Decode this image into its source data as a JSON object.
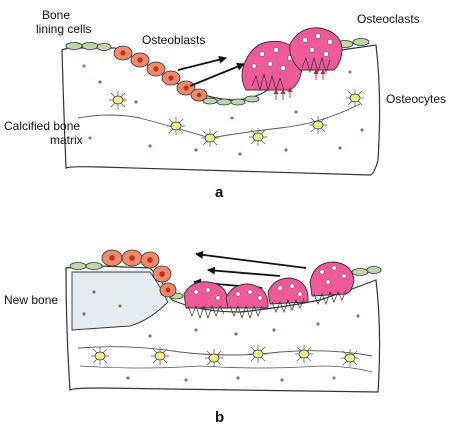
{
  "panels": [
    {
      "id": "a",
      "panel_label": "a",
      "labels": {
        "bone_lining_cells_1": "Bone",
        "bone_lining_cells_2": "lining cells",
        "osteoblasts": "Osteoblasts",
        "osteoclasts": "Osteoclasts",
        "osteocytes": "Osteocytes",
        "calcified_1": "Calcified bone",
        "calcified_2": "matrix"
      }
    },
    {
      "id": "b",
      "panel_label": "b",
      "labels": {
        "new_bone": "New bone"
      }
    }
  ],
  "colors": {
    "outline": "#333333",
    "lining_cell_fill": "#b9d9a8",
    "osteoblast_fill": "#f08a68",
    "osteoblast_nucleus": "#c03020",
    "osteoclast_fill": "#ee5a98",
    "osteoclast_spot": "#ffffff",
    "osteocyte_fill": "#eeeb8a",
    "matrix_dot_purple": "#8a64b4",
    "matrix_dot_green": "#5aa05a",
    "arrow_a": "#111111",
    "pit_arrow": "#cc2233"
  }
}
